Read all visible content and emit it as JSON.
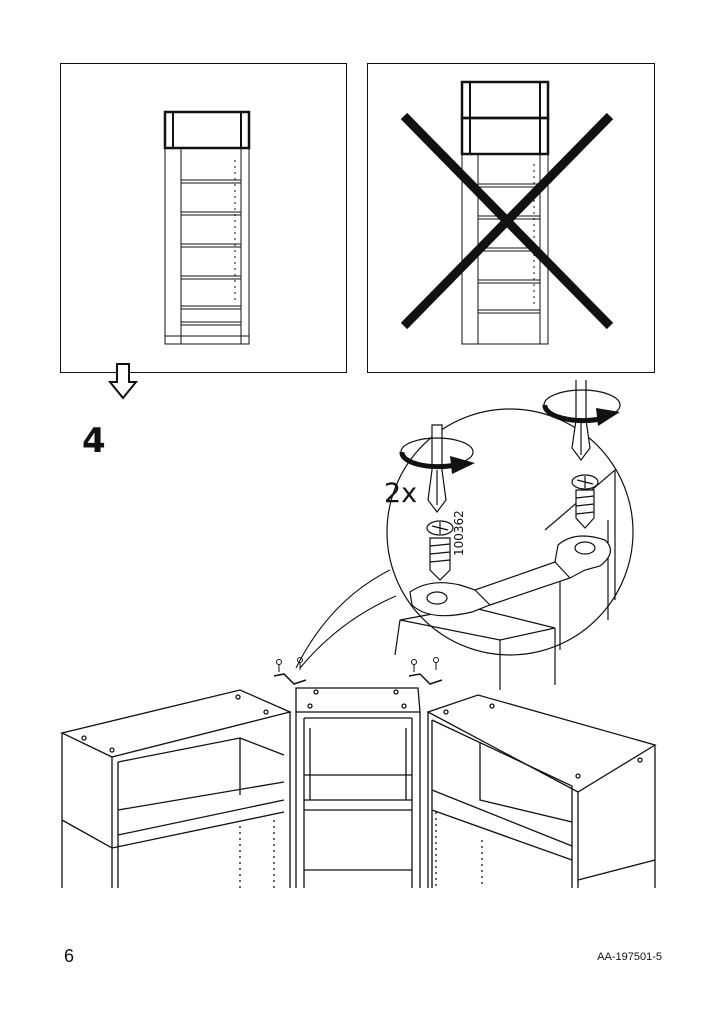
{
  "step": {
    "number": "4",
    "quantity": "2x",
    "part_number": "100362"
  },
  "footer": {
    "page_number": "6",
    "document_id": "AA-197501-5"
  },
  "icons": [
    "down-arrow-icon",
    "prohibited-cross-icon",
    "rotate-clockwise-icon",
    "screwdriver-icon",
    "screw-icon",
    "connecting-bracket-icon"
  ],
  "colors": {
    "line": "#111111",
    "background": "#ffffff"
  }
}
